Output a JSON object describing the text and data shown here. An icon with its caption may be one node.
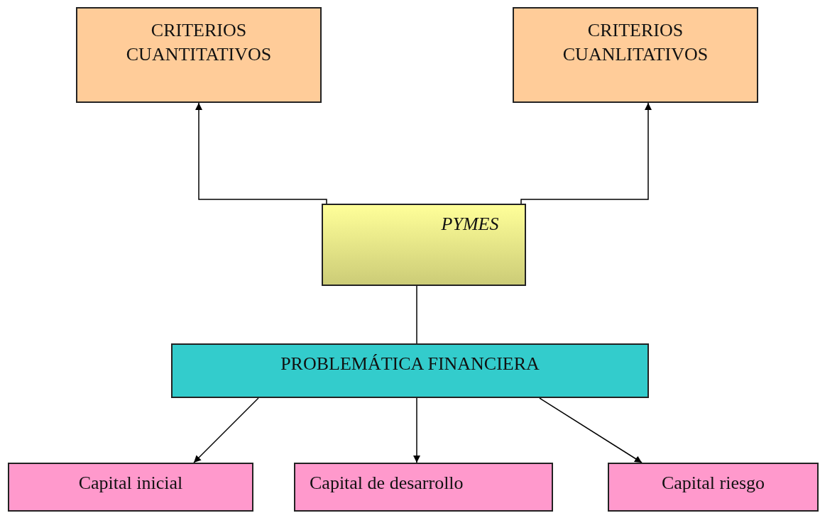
{
  "diagram": {
    "nodes": [
      {
        "text": [
          "CRITERIOS CUANTITATIVOS"
        ]
      },
      {
        "text": [
          "CRITERIOS CUANLITATIVOS"
        ]
      },
      {
        "text": [
          "PYMES"
        ]
      },
      {
        "text": [
          "PROBLEMÁTICA FINANCIERA"
        ]
      },
      {
        "text": [
          "Capital inicial"
        ]
      },
      {
        "text": [
          "Capital de desarrollo"
        ]
      },
      {
        "text": [
          "Capital riesgo"
        ]
      }
    ],
    "edges": [
      {
        "from": 2,
        "to": 0,
        "arrow": "to"
      },
      {
        "from": 2,
        "to": 1,
        "arrow": "to"
      },
      {
        "from": 2,
        "to": 3,
        "arrow": "none"
      },
      {
        "from": 3,
        "to": 4,
        "arrow": "to"
      },
      {
        "from": 3,
        "to": 5,
        "arrow": "to"
      },
      {
        "from": 3,
        "to": 6,
        "arrow": "to"
      }
    ]
  }
}
